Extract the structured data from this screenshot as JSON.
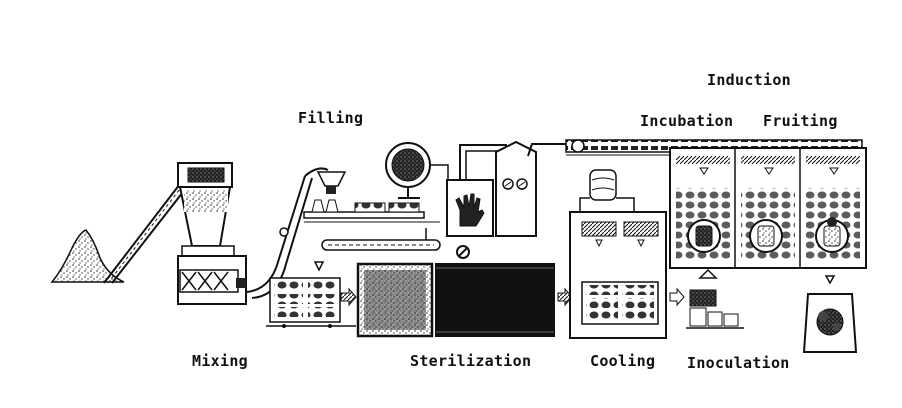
{
  "labels": {
    "induction": "Induction",
    "incubation": "Incubation",
    "fruiting": "Fruiting",
    "filling": "Filling",
    "mixing": "Mixing",
    "sterilization": "Sterilization",
    "cooling": "Cooling",
    "inoculation": "Inoculation"
  },
  "colors": {
    "ink": "#111111",
    "paper": "#ffffff",
    "shade": "#555555"
  }
}
